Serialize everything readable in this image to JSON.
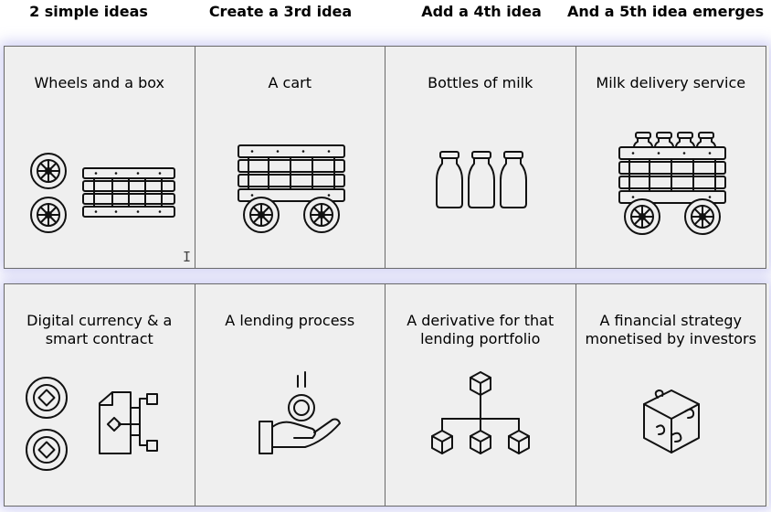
{
  "headers": [
    "2 simple ideas",
    "Create a 3rd idea",
    "Add a 4th idea",
    "And a 5th idea emerges"
  ],
  "row1": [
    {
      "label": "Wheels and a box",
      "icon": "wheels-and-box-icon"
    },
    {
      "label": "A cart",
      "icon": "cart-icon"
    },
    {
      "label": "Bottles of milk",
      "icon": "milk-bottles-icon"
    },
    {
      "label": "Milk delivery service",
      "icon": "milk-cart-icon"
    }
  ],
  "row2": [
    {
      "label": "Digital currency & a smart contract",
      "icon": "coins-and-contract-icon"
    },
    {
      "label": "A lending process",
      "icon": "coin-in-hand-icon"
    },
    {
      "label": "A derivative for that lending portfolio",
      "icon": "cube-hierarchy-icon"
    },
    {
      "label": "A financial strategy monetised by investors",
      "icon": "puzzle-cube-icon"
    }
  ]
}
